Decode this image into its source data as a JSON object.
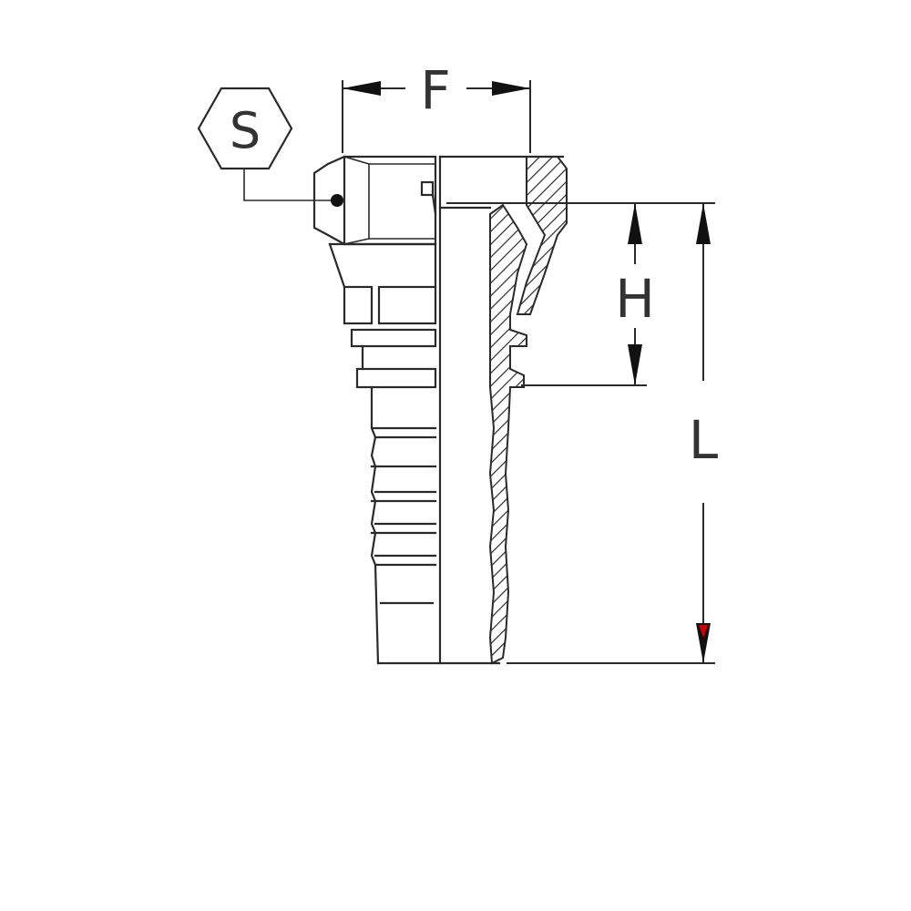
{
  "labels": {
    "hex_symbol": "S",
    "dim_width": "F",
    "dim_height": "H",
    "dim_length": "L"
  },
  "colors": {
    "line": "#2a2a2a",
    "arrow_tip_accent": "#cc0000",
    "background": "#ffffff"
  }
}
